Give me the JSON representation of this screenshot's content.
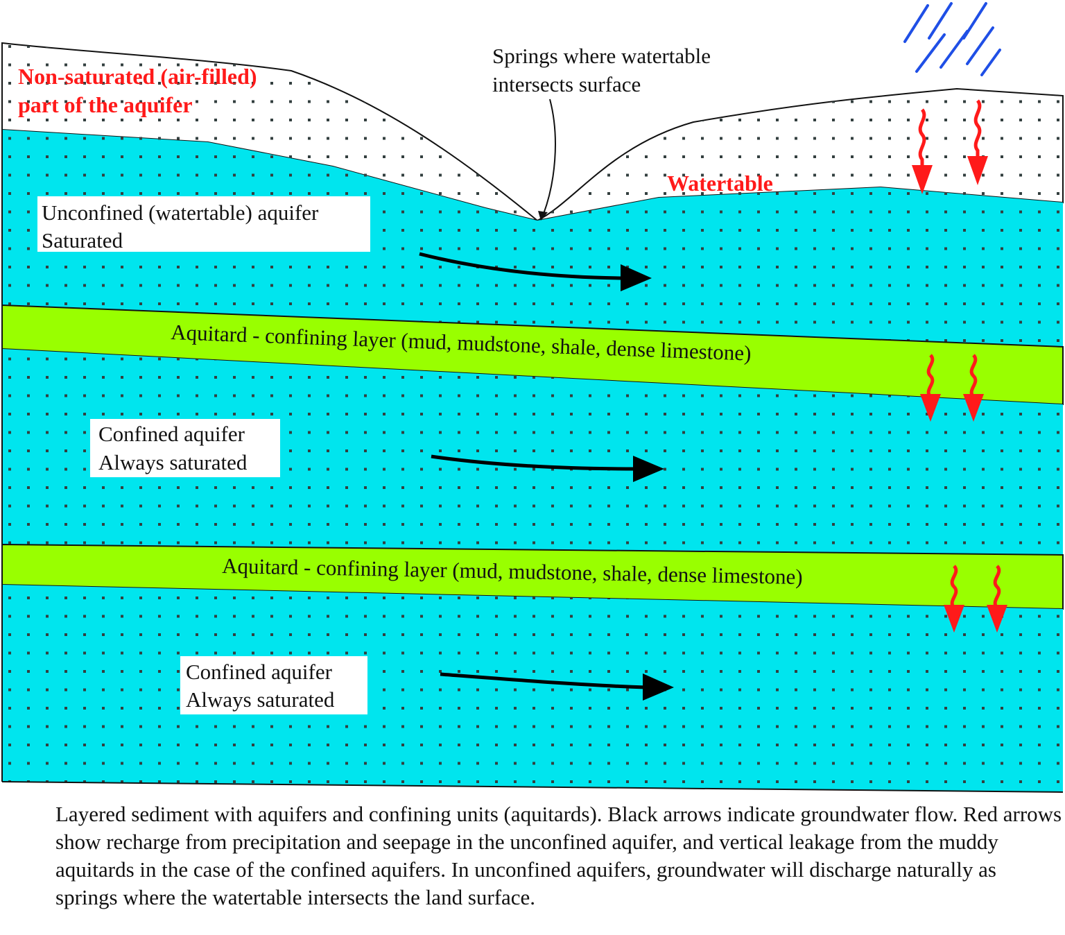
{
  "labels": {
    "non_saturated_line1": "Non-saturated (air-filled)",
    "non_saturated_line2": "part of the aquifer",
    "springs_line1": "Springs where watertable",
    "springs_line2": "intersects surface",
    "watertable": "Watertable",
    "unconfined_line1": "Unconfined (watertable) aquifer",
    "unconfined_line2": "Saturated",
    "aquitard_upper": "Aquitard - confining layer (mud, mudstone, shale, dense limestone)",
    "confined1_line1": "Confined aquifer",
    "confined1_line2": "Always saturated",
    "aquitard_lower": "Aquitard - confining layer (mud, mudstone, shale, dense limestone)",
    "confined2_line1": "Confined aquifer",
    "confined2_line2": "Always saturated"
  },
  "caption": "Layered sediment  with aquifers and confining units (aquitards).  Black arrows indicate groundwater flow.  Red arrows show recharge from precipitation and seepage in the unconfined aquifer, and vertical leakage from the muddy aquitards in the case of the confined aquifers.  In unconfined aquifers, groundwater will discharge naturally as springs where the watertable intersects the land surface.",
  "colors": {
    "aquifer": "#00e5ee",
    "aquitard": "#99ff00",
    "recharge_arrow": "#ff1a1a",
    "flow_arrow": "#000000",
    "rain": "#1f4fe6",
    "red_label": "#ff1a1a"
  }
}
